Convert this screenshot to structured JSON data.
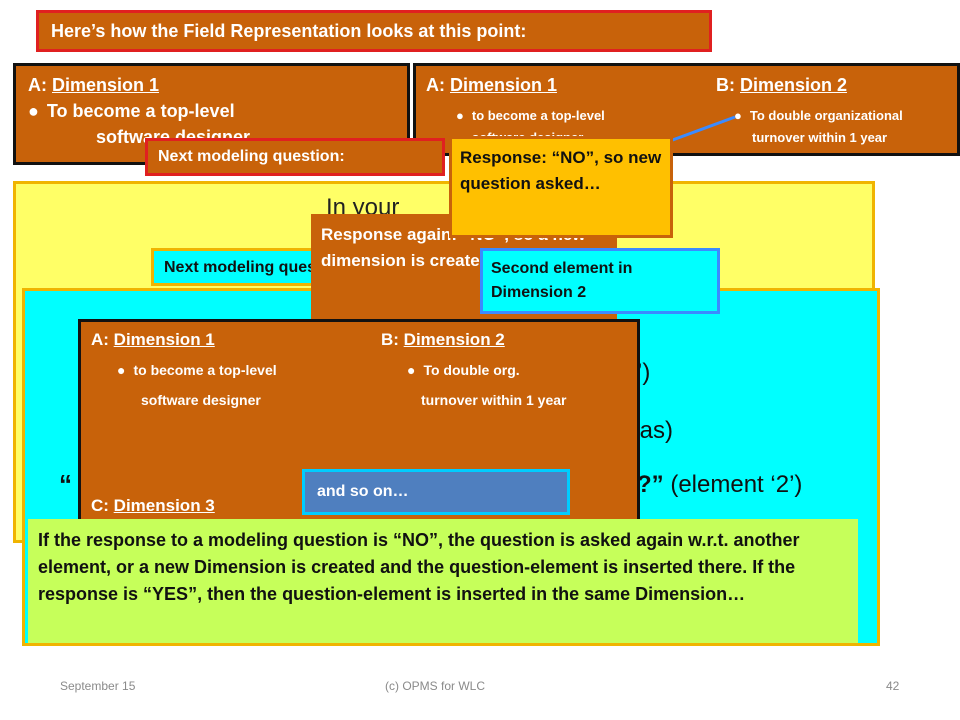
{
  "header": {
    "text": "Here’s how the Field Representation looks at this point:"
  },
  "panel1": {
    "dim_prefix": "A: ",
    "dim_name": "Dimension 1",
    "element": "To become a top-level",
    "element_cont": "software designer"
  },
  "panel2": {
    "a_prefix": "A: ",
    "a_name": "Dimension 1",
    "a_element": "to become a top-level",
    "a_cont": "software designer",
    "b_prefix": "B: ",
    "b_name": "Dimension 2",
    "b_element": "To double organizational",
    "b_cont": "turnover within 1 year"
  },
  "callouts": {
    "next_q_1": "Next modeling question:",
    "response_no": "Response: “NO”, so new question asked…",
    "in_your": "In your",
    "response_again": "Response again: “NO”, so a new dimension is created…",
    "next_q_2": "Next modeling question:",
    "second_element": "Second element in Dimension 2",
    "and_so_on": "and so on…"
  },
  "cyan_fragments": {
    "paren": "’)",
    "as": "y as)",
    "quote_open": "“",
    "tail_quote": "?”",
    "tail_rest": " (element ‘2’)"
  },
  "panel3": {
    "a_prefix": "A: ",
    "a_name": "Dimension 1",
    "a_element": "to become a top-level",
    "a_cont": "software designer",
    "b_prefix": "B: ",
    "b_name": "Dimension 2",
    "b_element": "To double org.",
    "b_cont": "turnover within 1 year",
    "c_prefix": "C: ",
    "c_name": "Dimension 3"
  },
  "summary": {
    "text": "If the response to a modeling question is “NO”, the question is asked again w.r.t. another element, or a new Dimension is created and the question-element is inserted there. If the response is “YES”, then the question-element is inserted in the same Dimension…"
  },
  "footer": {
    "date": "September 15",
    "copyright": "(c) OPMS for WLC",
    "page": "42"
  }
}
